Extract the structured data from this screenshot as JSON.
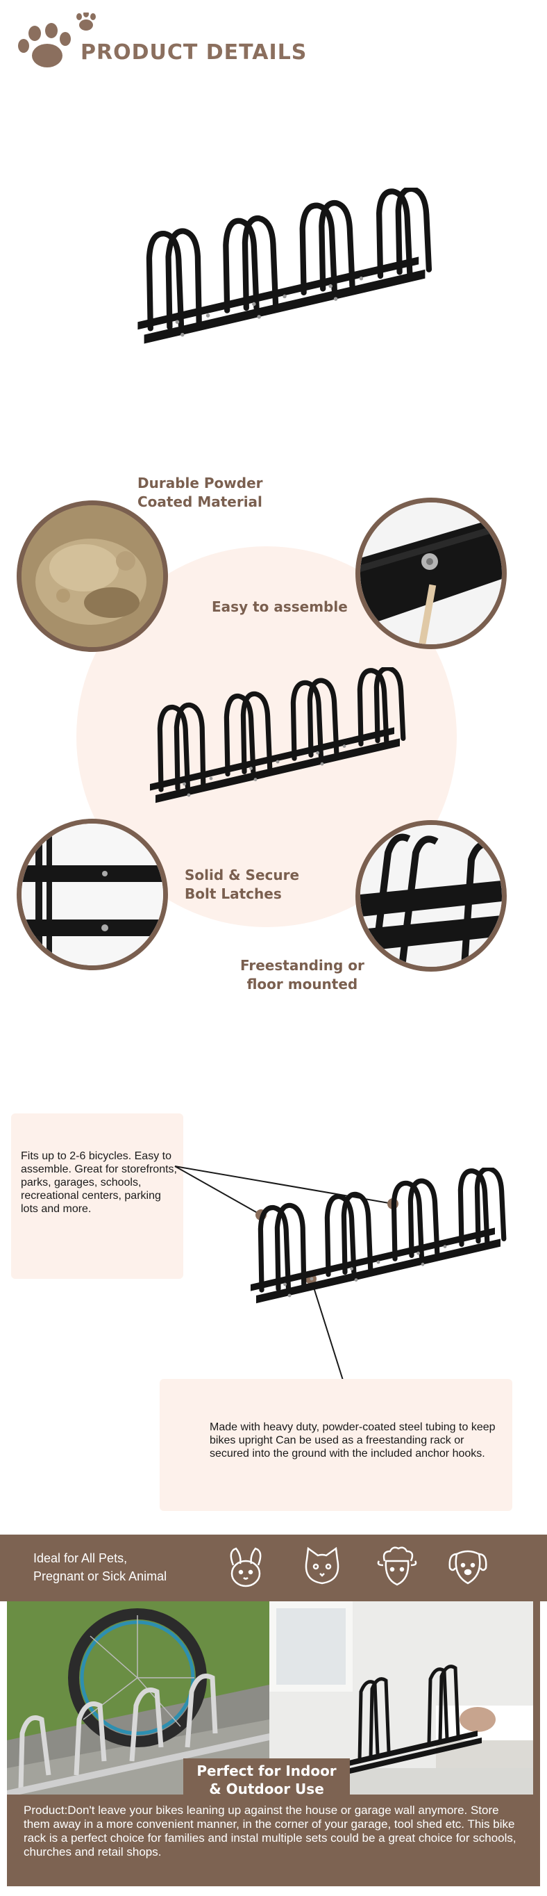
{
  "header": {
    "title": "PRODUCT DETAILS"
  },
  "features": {
    "durable": {
      "line1": "Durable Powder",
      "line2": "Coated Material"
    },
    "assemble": {
      "label": "Easy to assemble"
    },
    "secure": {
      "line1": "Solid & Secure",
      "line2": "Bolt Latches"
    },
    "freestanding": {
      "line1": "Freestanding or",
      "line2": "floor mounted"
    }
  },
  "info": {
    "capacity_text": "Fits up to 2-6 bicycles. Easy to assemble. Great for storefronts, parks, garages, schools, recreational centers, parking lots and more.",
    "material_text": "Made with heavy duty, powder-coated steel tubing to keep bikes upright Can be used as a freestanding rack or secured into the ground with the included anchor hooks."
  },
  "banner": {
    "line1": "Ideal for All Pets,",
    "line2": "Pregnant or Sick Animal",
    "icons": [
      "rabbit-icon",
      "cat-icon",
      "sheep-icon",
      "dog-icon"
    ]
  },
  "bottom": {
    "perfect_line1": "Perfect for Indoor",
    "perfect_line2": "& Outdoor Use",
    "product_text": "Product:Don't leave your bikes leaning up against the house or garage wall anymore. Store them away in a more convenient manner, in the corner of your garage, tool shed etc. This bike rack is a perfect choice for families and instal multiple sets could be a great choice for schools, churches and retail shops."
  },
  "colors": {
    "accent_brown": "#7d6352",
    "title_brown": "#8b6f5e",
    "pale_pink": "#fdf1eb",
    "rack_black": "#141414"
  }
}
